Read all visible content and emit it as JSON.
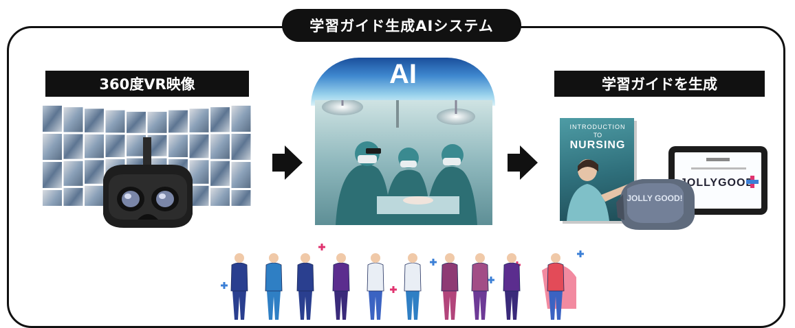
{
  "title": "学習ガイド生成AIシステム",
  "left_label": "360度VR映像",
  "ai_label": "AI",
  "right_label": "学習ガイドを生成",
  "book": {
    "line1": "INTRODUCTION",
    "line2": "TO",
    "line3": "NURSING"
  },
  "tablet": {
    "logo": "JOLLYGOOD"
  },
  "headset_brand": "JOLLY GOOD!",
  "colors": {
    "black": "#111111",
    "ai_gradient_top": "#1a4f9c",
    "ai_gradient_bottom": "#d9f1f8",
    "accent_pink": "#e0336f",
    "accent_blue": "#3b7fd6"
  }
}
